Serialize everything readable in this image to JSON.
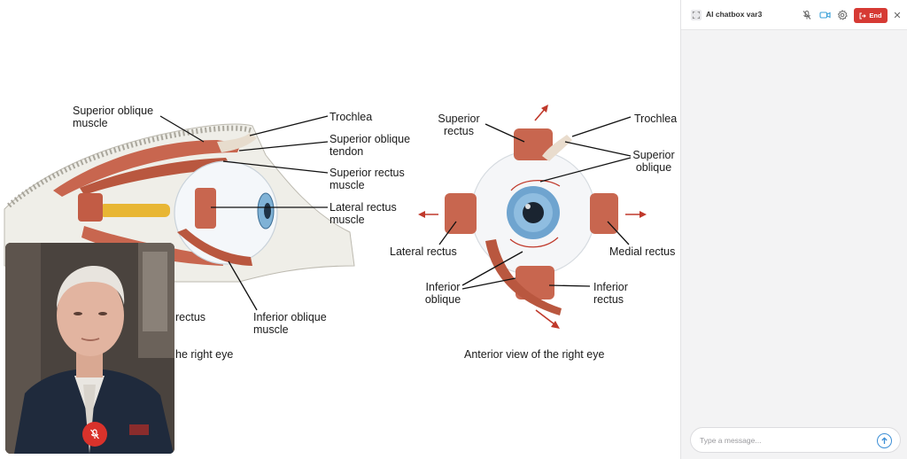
{
  "diagram": {
    "lateral_view": {
      "labels": {
        "superior_oblique_muscle": "Superior oblique\nmuscle",
        "trochlea": "Trochlea",
        "superior_oblique_tendon": "Superior oblique\ntendon",
        "superior_rectus_muscle": "Superior rectus\nmuscle",
        "lateral_rectus_muscle": "Lateral rectus\nmuscle",
        "inferior_oblique_muscle": "Inferior oblique\nmuscle",
        "inferior_rectus_partial": "rectus"
      },
      "caption_partial": "he right eye"
    },
    "anterior_view": {
      "labels": {
        "superior_rectus": "Superior\nrectus",
        "trochlea": "Trochlea",
        "superior_oblique": "Superior\noblique",
        "lateral_rectus": "Lateral rectus",
        "medial_rectus": "Medial rectus",
        "inferior_oblique": "Inferior\noblique",
        "inferior_rectus": "Inferior\nrectus"
      },
      "caption": "Anterior view of the right eye"
    }
  },
  "video": {
    "participant": "presenter-video",
    "mic_state_icon": "mic-off-icon"
  },
  "chat": {
    "title": "AI chatbox var3",
    "icons": [
      "expand-icon",
      "mic-off-icon",
      "video-camera-icon",
      "gear-icon",
      "close-icon"
    ],
    "end_label": "End",
    "input_placeholder": "Type a message...",
    "input_value": "",
    "send_icon": "arrow-up-icon"
  },
  "colors": {
    "muscle": "#c8664f",
    "end_button": "#d63a34",
    "mic_off": "#d9322b",
    "camera_accent": "#3aa0d8",
    "send_accent": "#3d8fd6",
    "arrow": "#c0392b"
  }
}
